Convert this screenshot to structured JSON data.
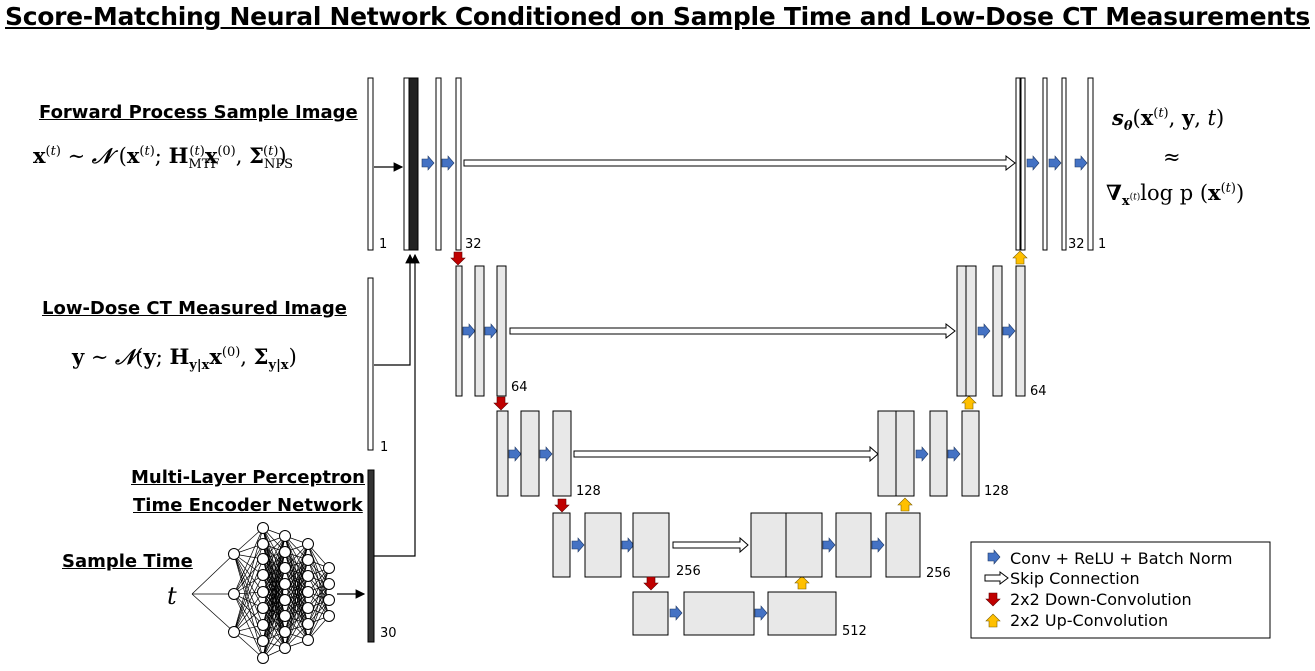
{
  "title": "Score-Matching Neural Network Conditioned on Sample Time and Low-Dose CT Measurements",
  "labels": {
    "forward": "Forward Process Sample Image",
    "lowdose": "Low-Dose CT Measured Image",
    "mlp_line1": "Multi-Layer Perceptron",
    "mlp_line2": "Time Encoder Network",
    "sample_time": "Sample Time",
    "t_symbol": "t"
  },
  "channels": {
    "input_x": "1",
    "input_y": "1",
    "mlp_out": "30",
    "enc1": "32",
    "enc2": "64",
    "enc3": "128",
    "enc4": "256",
    "bottleneck": "512",
    "dec4": "256",
    "dec3": "128",
    "dec2": "64",
    "dec1": "32",
    "output": "1"
  },
  "legend": {
    "conv": "Conv + ReLU + Batch Norm",
    "skip": "Skip Connection",
    "down": "2x2 Down-Convolution",
    "up": "2x2 Up-Convolution"
  },
  "colors": {
    "conv_arrow": "#4472c4",
    "down_arrow": "#c00000",
    "up_arrow": "#ffc000",
    "block_fill": "#e8e8e8"
  }
}
